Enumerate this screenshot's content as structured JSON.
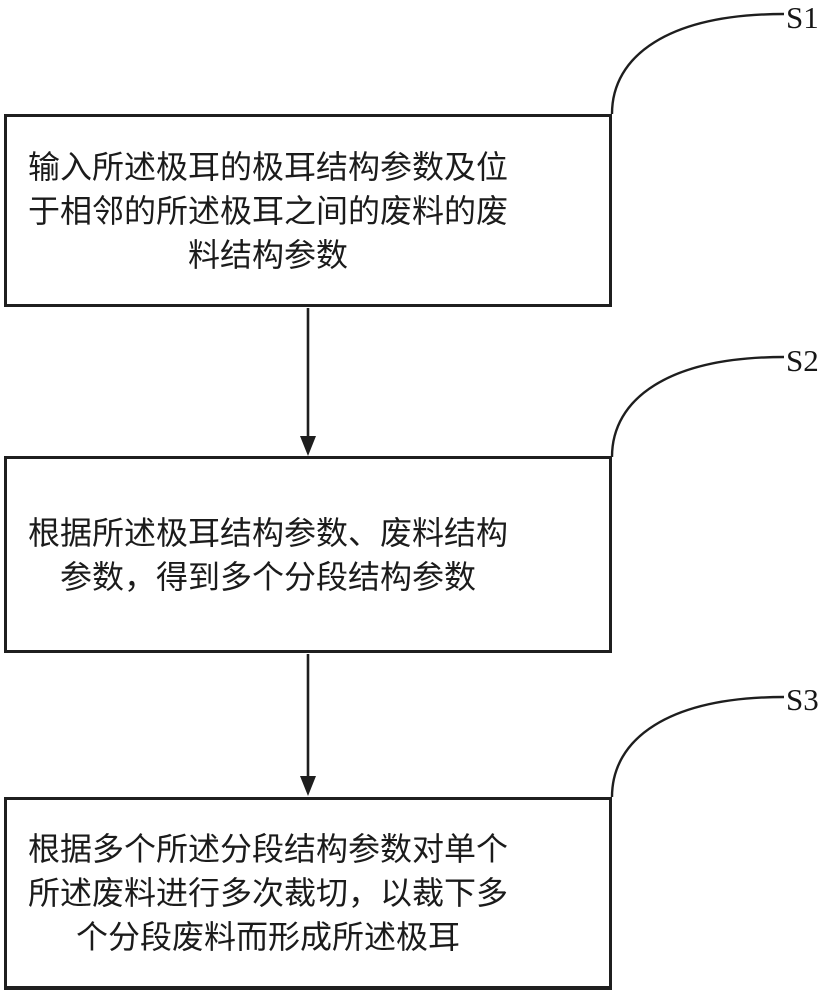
{
  "figure": {
    "background_color": "#ffffff",
    "line_color": "#1e1e1e"
  },
  "steps": [
    {
      "label": "S1",
      "lines": [
        "输入所述极耳的极耳结构参数及位",
        "于相邻的所述极耳之间的废料的废",
        "料结构参数"
      ]
    },
    {
      "label": "S2",
      "lines": [
        "根据所述极耳结构参数、废料结构",
        "参数，得到多个分段结构参数"
      ]
    },
    {
      "label": "S3",
      "lines": [
        "根据多个所述分段结构参数对单个",
        "所述废料进行多次裁切，以裁下多",
        "个分段废料而形成所述极耳"
      ]
    }
  ]
}
